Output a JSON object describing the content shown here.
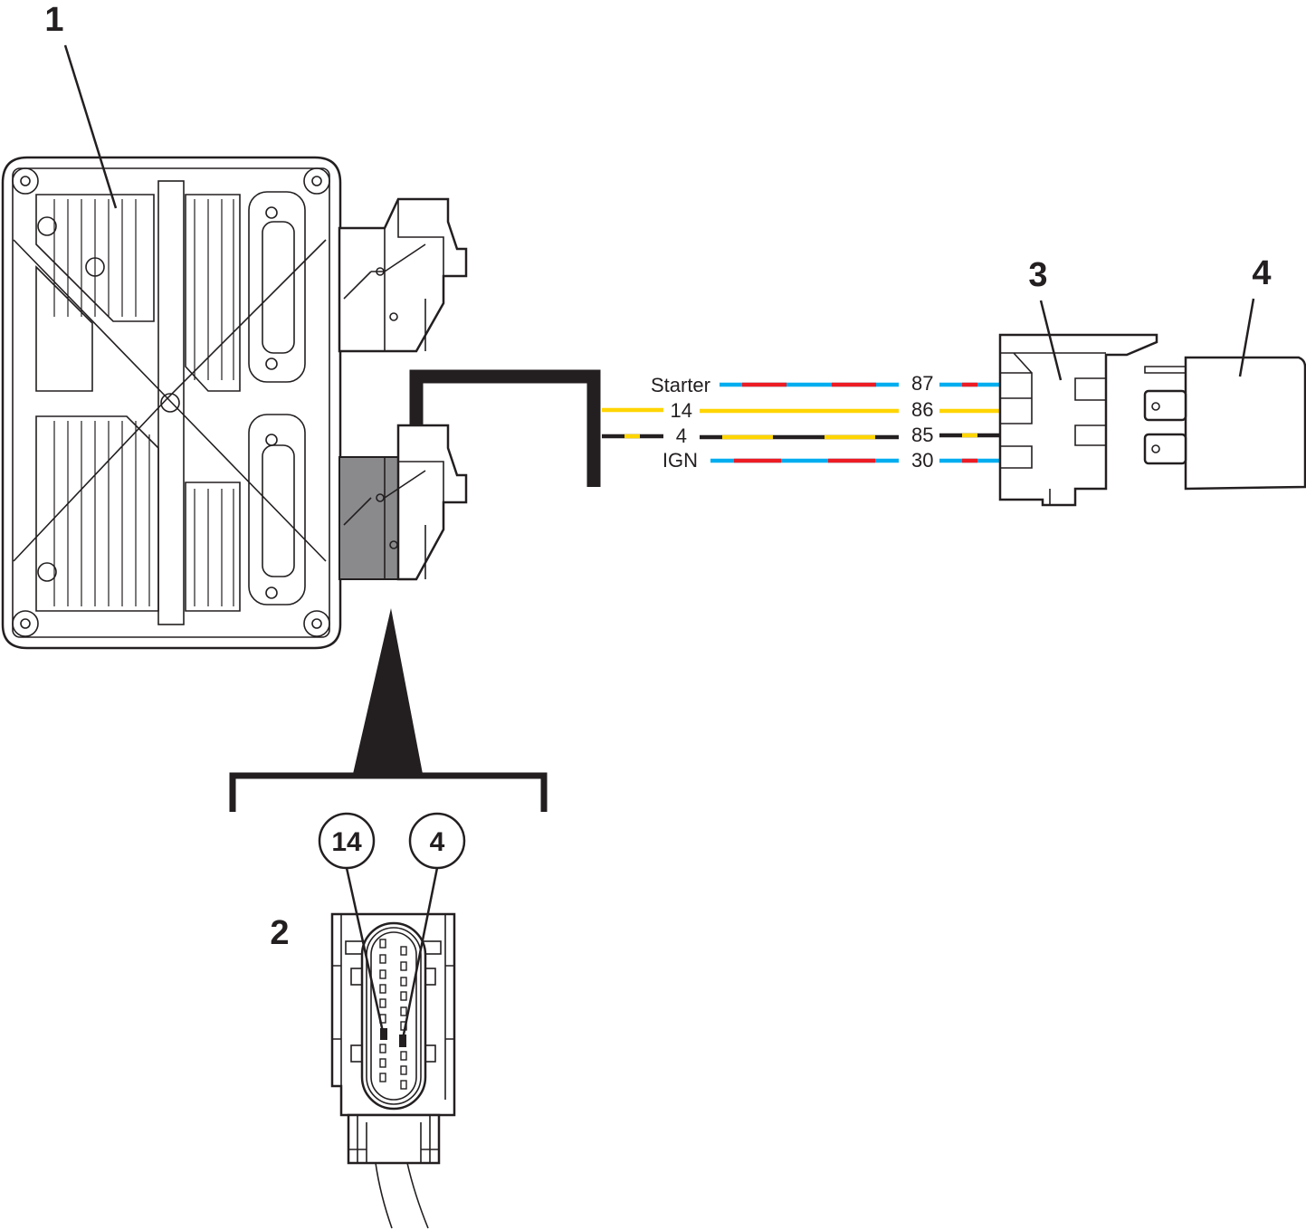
{
  "callouts": {
    "ecu": "1",
    "connector": "2",
    "relay_socket": "3",
    "relay": "4"
  },
  "pin_callouts": {
    "left": "14",
    "right": "4"
  },
  "wires": [
    {
      "left_label": "Starter",
      "right_label": "87",
      "primary": "blue",
      "stripe": "red"
    },
    {
      "left_label": "14",
      "right_label": "86",
      "primary": "yellow",
      "stripe": null
    },
    {
      "left_label": "4",
      "right_label": "85",
      "primary": "black",
      "stripe": "yellow"
    },
    {
      "left_label": "IGN",
      "right_label": "30",
      "primary": "blue",
      "stripe": "red"
    }
  ],
  "colors": {
    "blue": "#00aeef",
    "red": "#ed1c24",
    "yellow": "#ffd500",
    "black": "#231f20",
    "highlight_gray": "#8a8a8c"
  }
}
